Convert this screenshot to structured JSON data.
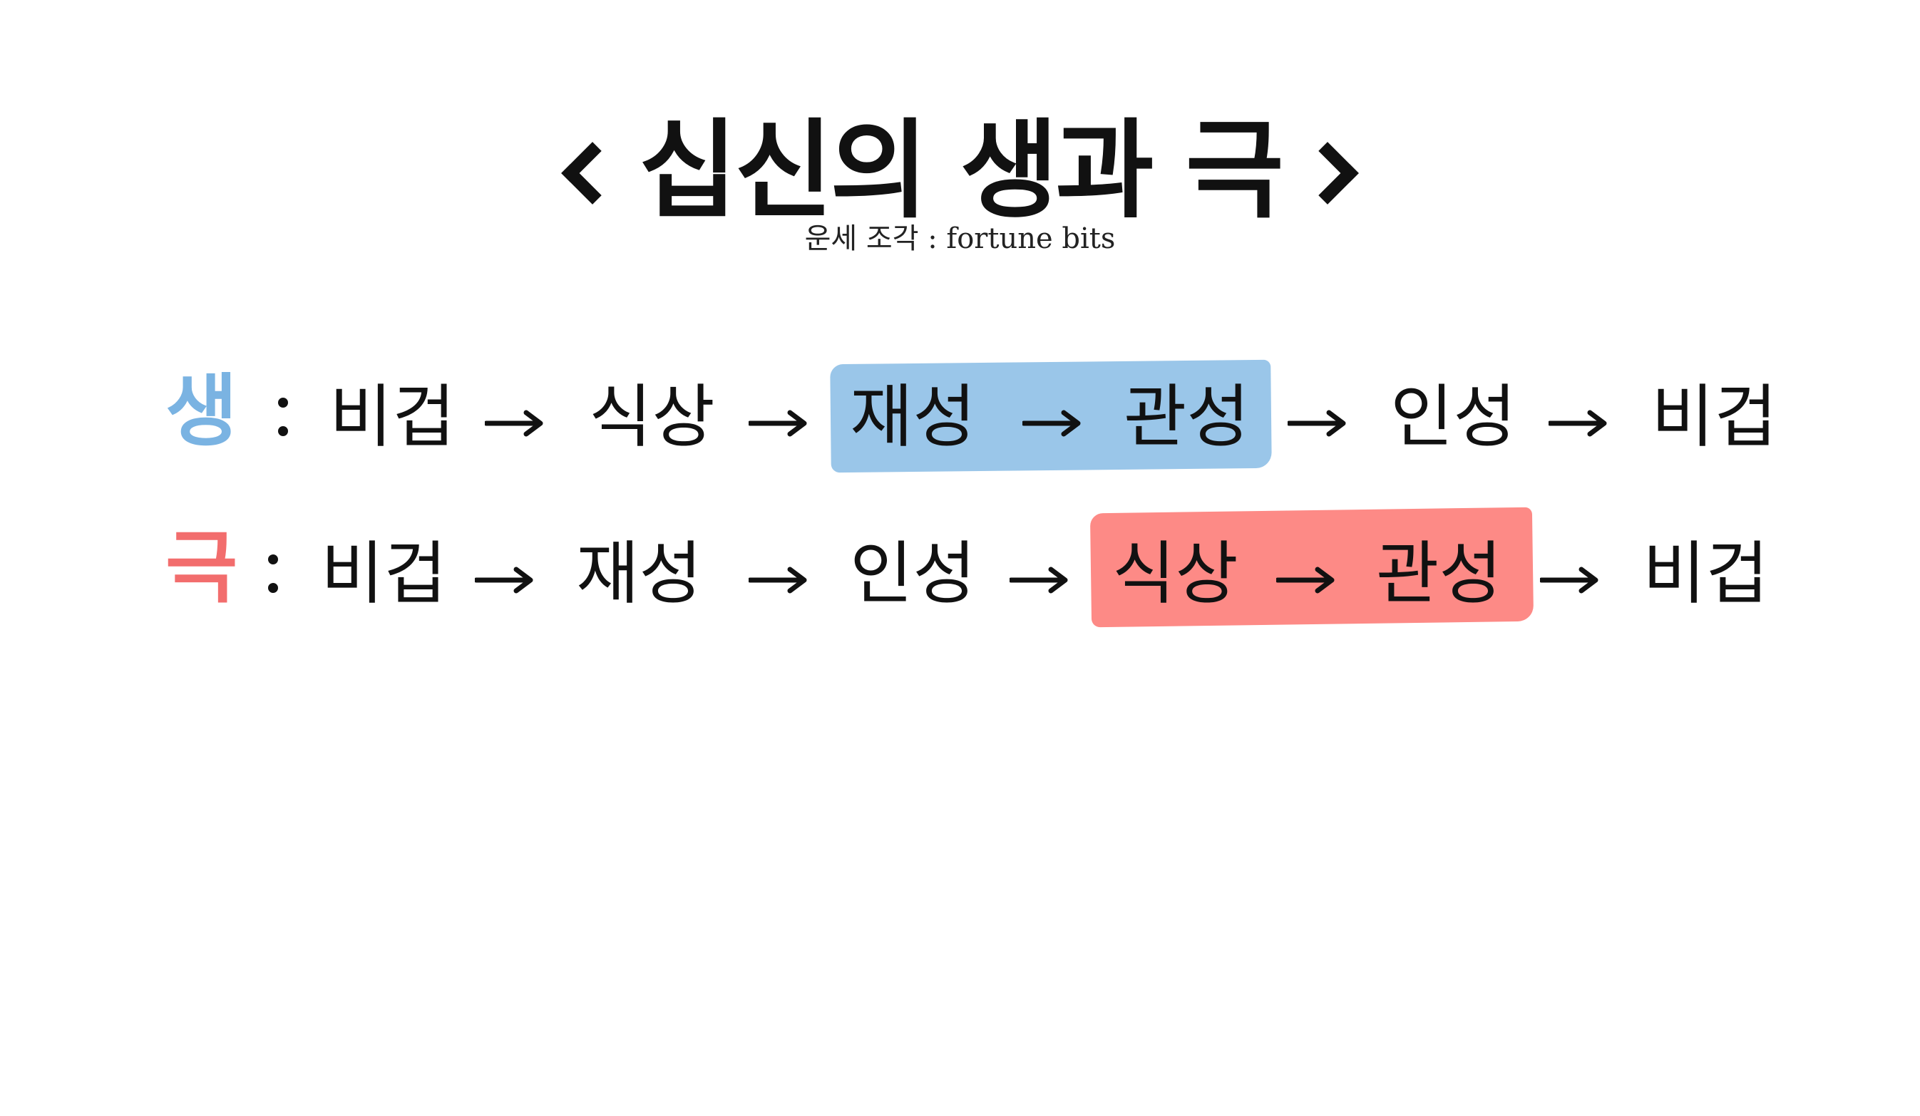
{
  "title": {
    "text": "십신의 생과 극",
    "left_bracket_icon": "chevron-left-icon",
    "right_bracket_icon": "chevron-right-icon"
  },
  "subtitle": "운세 조각 : fortune bits",
  "rows": {
    "gen": {
      "key": "생",
      "key_color": "#7ab3e2",
      "highlight_color": "#9ac6e9",
      "items": [
        "비겁",
        "식상",
        "재성",
        "관성",
        "인성",
        "비겁"
      ],
      "highlighted_items": [
        "재성",
        "관성"
      ]
    },
    "geuk": {
      "key": "극",
      "key_color": "#f26d6d",
      "highlight_color": "#fd8a86",
      "items": [
        "비겁",
        "재성",
        "인성",
        "식상",
        "관성",
        "비겁"
      ],
      "highlighted_items": [
        "식상",
        "관성"
      ]
    }
  },
  "icons": {
    "arrow": "right-arrow-icon",
    "colon": "colon-icon"
  }
}
